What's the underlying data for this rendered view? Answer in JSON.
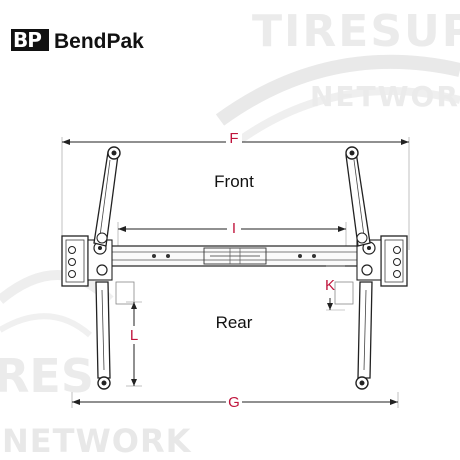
{
  "brand": {
    "logo_mark": "BP",
    "name": "BendPak"
  },
  "watermark": {
    "top_word": "TIRESUPP",
    "top_sub": "NETWORK",
    "bottom_word": "RES",
    "bottom_sub": "NETWORK"
  },
  "labels": {
    "front": "Front",
    "rear": "Rear"
  },
  "dimensions": {
    "F": "F",
    "I": "I",
    "K": "K",
    "L": "L",
    "G": "G"
  },
  "colors": {
    "dimension": "#c0143c",
    "line": "#1a1a1a",
    "watermark": "#e6e6e6"
  }
}
